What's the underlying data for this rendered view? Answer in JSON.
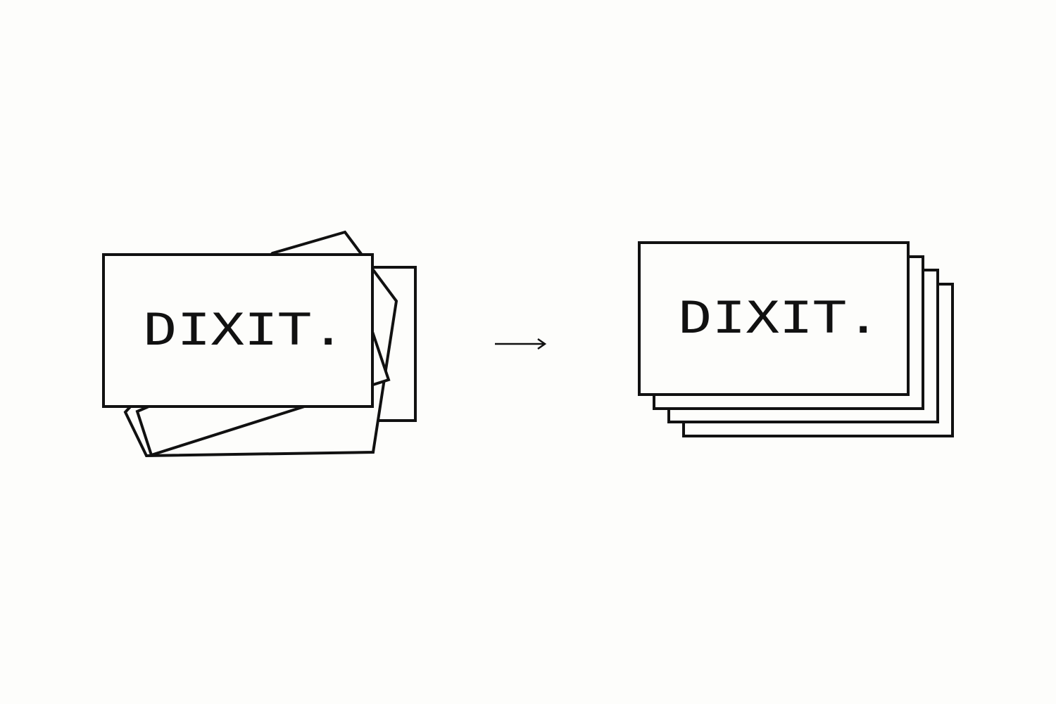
{
  "diagram": {
    "messy_stack": {
      "wordmark": "DIXIT.",
      "card_count": 4
    },
    "transition": {
      "icon": "right-arrow-icon"
    },
    "neat_stack": {
      "wordmark": "DIXIT.",
      "card_count": 4
    }
  },
  "colors": {
    "background": "#fdfdfb",
    "ink": "#111111"
  }
}
